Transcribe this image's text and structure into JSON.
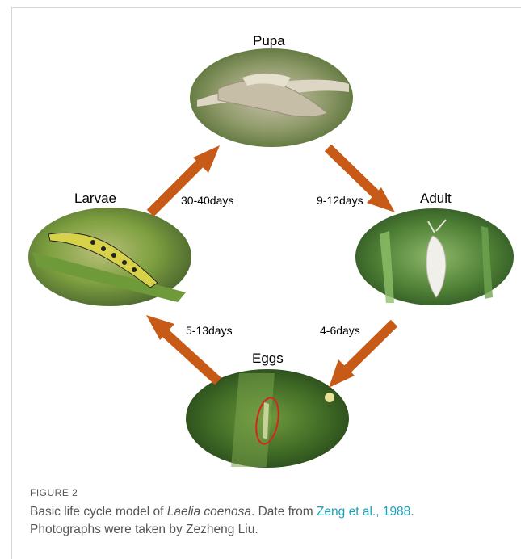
{
  "diagram": {
    "stages": {
      "pupa": "Pupa",
      "larvae": "Larvae",
      "adult": "Adult",
      "eggs": "Eggs"
    },
    "durations": {
      "larvae_to_pupa": "30-40days",
      "pupa_to_adult": "9-12days",
      "eggs_to_larvae": "5-13days",
      "adult_to_eggs": "4-6days"
    },
    "arrow_color": "#c75a17"
  },
  "caption": {
    "figure_label": "FIGURE 2",
    "text_before": "Basic life cycle model of ",
    "species": "Laelia coenosa",
    "text_middle": ". Date from ",
    "reference": "Zeng et al., 1988",
    "text_after": ".",
    "line2": "Photographs were taken by Zezheng Liu."
  }
}
